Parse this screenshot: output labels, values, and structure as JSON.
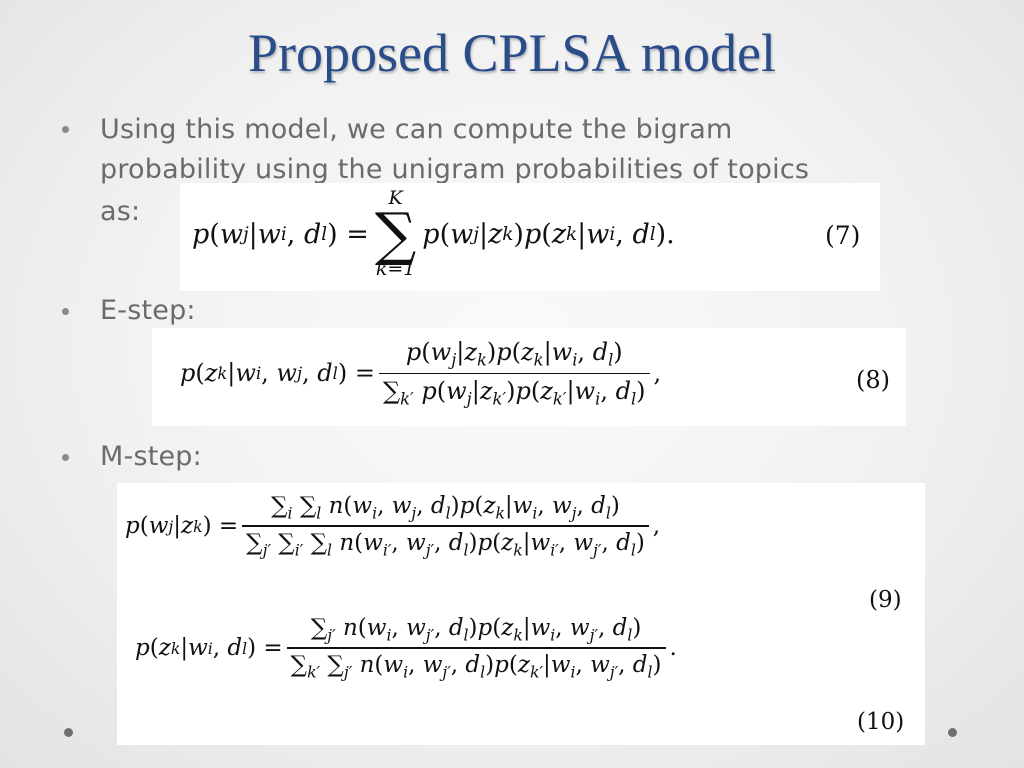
{
  "slide": {
    "title": "Proposed CPLSA model",
    "bullets": [
      {
        "text_line1": "Using this model, we can compute the bigram",
        "text_line2": "probability using the unigram probabilities of topics",
        "text_line3": "as:"
      },
      {
        "text": "E-step:"
      },
      {
        "text": "M-step:"
      }
    ],
    "equation_numbers": [
      "(7)",
      "(8)",
      "(9)",
      "(10)"
    ],
    "footer_dots": [
      "left-dot",
      "right-dot"
    ]
  }
}
